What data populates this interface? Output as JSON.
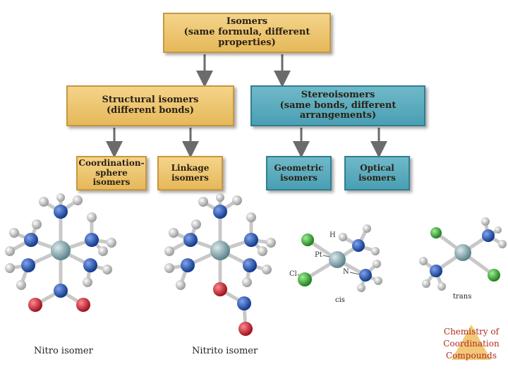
{
  "boxes": {
    "isomers": {
      "line1": "Isomers",
      "line2": "(same formula, different properties)"
    },
    "structural": {
      "line1": "Structural isomers",
      "line2": "(different bonds)"
    },
    "stereo": {
      "line1": "Stereoisomers",
      "line2": "(same bonds, different arrangements)"
    },
    "coordination": {
      "line1": "Coordination-",
      "line2": "sphere isomers"
    },
    "linkage": {
      "line1": "Linkage",
      "line2": "isomers"
    },
    "geometric": {
      "line1": "Geometric",
      "line2": "isomers"
    },
    "optical": {
      "line1": "Optical",
      "line2": "isomers"
    }
  },
  "captions": {
    "nitro": "Nitro isomer",
    "nitrito": "Nitrito isomer",
    "cis": "cis",
    "trans": "trans"
  },
  "atom_labels": {
    "h": "H",
    "pt": "Pt",
    "cl": "Cl",
    "n": "N"
  },
  "footer": {
    "line1": "Chemistry of",
    "line2": "Coordination",
    "line3": "Compounds"
  },
  "colors": {
    "tan_box": "#e6b85a",
    "teal_box": "#4a9fb3",
    "metal_atom": "#7fa1a8",
    "nitrogen_atom": "#1f4fa8",
    "oxygen_atom": "#d0202e",
    "hydrogen_atom": "#dddddd",
    "chlorine_atom": "#3da83a",
    "footer_text": "#b02a1f"
  }
}
